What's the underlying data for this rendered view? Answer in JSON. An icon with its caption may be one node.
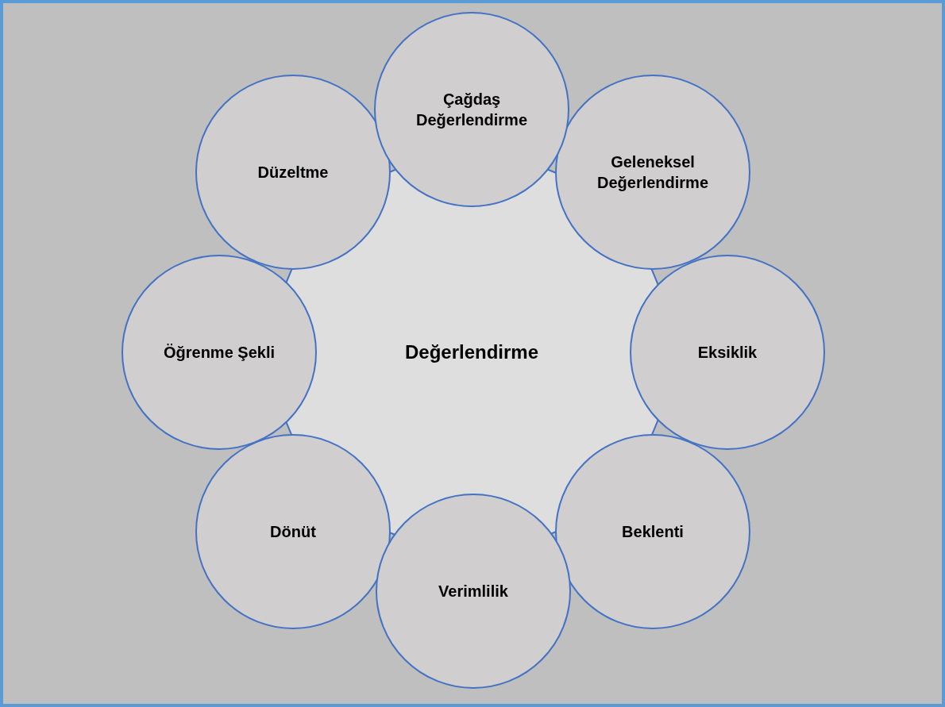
{
  "diagram": {
    "nodes": [
      {
        "text": [
          "Değerlendirme"
        ]
      },
      {
        "text": [
          "Çağdaş Değerlendirme"
        ]
      },
      {
        "text": [
          "Düzeltme"
        ]
      },
      {
        "text": [
          "Geleneksel Değerlendirme"
        ]
      },
      {
        "text": [
          "Öğrenme Şekli"
        ]
      },
      {
        "text": [
          "Eksiklik"
        ]
      },
      {
        "text": [
          "Dönüt"
        ]
      },
      {
        "text": [
          "Beklenti"
        ]
      },
      {
        "text": [
          "Verimlilik"
        ]
      }
    ]
  }
}
